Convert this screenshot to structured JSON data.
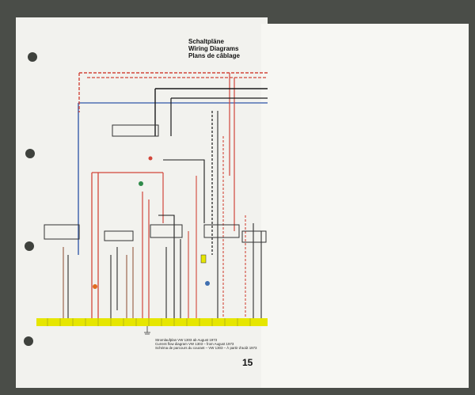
{
  "document": {
    "titles": [
      "Schaltpläne",
      "Wiring Diagrams",
      "Plans de câblage"
    ],
    "captions": [
      "Stromlaufplan VW 1303 ab August 1973",
      "Current flow diagram VW 1303 – from August 1973",
      "Schéma de parcours du courant – VW 1303 – À partir d'août 1973"
    ],
    "page_number": "15"
  },
  "colors": {
    "wire_red": "#d2463a",
    "wire_blue": "#4f6fb3",
    "wire_black": "#1b1b1b",
    "wire_brown": "#8a4a2e",
    "ground_bus": "#e6e600",
    "page": "#f2f2ee",
    "background": "#4a4d48"
  }
}
